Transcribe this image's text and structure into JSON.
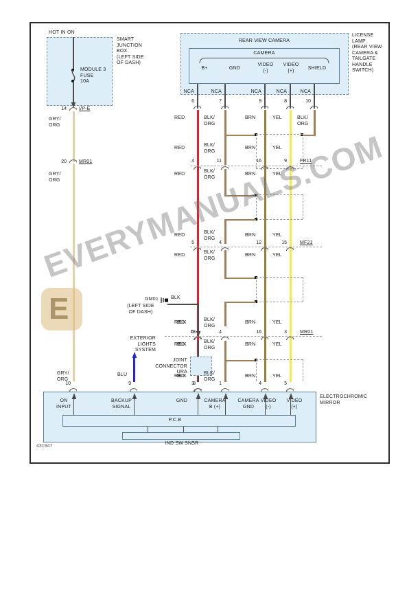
{
  "document": {
    "id": "431947"
  },
  "watermark": {
    "text": "EVERYMANUALS.COM",
    "badge_letter": "E"
  },
  "smart_junction_box": {
    "hot_label": "HOT IN ON",
    "side_label": "SMART\nJUNCTION\nBOX\n(LEFT SIDE\nOF DASH)",
    "fuse_label": "MODULE 3\nFUSE\n10A",
    "outlet": {
      "pin": "14",
      "connector": "I/P-E"
    }
  },
  "rear_view_camera": {
    "title": "REAR VIEW CAMERA",
    "component": "CAMERA",
    "terminals": [
      "B+",
      "GND",
      "VIDEO\n(-)",
      "VIDEO\n(+)",
      "SHIELD"
    ],
    "side_label": "LICENSE\nLAMP\n(REAR VIEW\nCAMERA &\nTAILGATE\nHANDLE\nSWITCH)"
  },
  "ground": {
    "name": "GM01",
    "location": "(LEFT SIDE\nOF DASH)",
    "wire": "BLK"
  },
  "exterior_lights": {
    "label": "EXTERIOR\nLIGHTS\nSYSTEM"
  },
  "joint_connector": {
    "label": "JOINT\nCONNECTOR\nURA"
  },
  "electrochromic_mirror": {
    "side_label": "ELECTROCHROMIC\nMIRROR",
    "pcb_label": "P.C.B",
    "sensor_label": "IND SW SNSR",
    "pins": [
      {
        "pin": "10",
        "wire": "GRY/\nORG",
        "name": "ON\nINPUT"
      },
      {
        "pin": "9",
        "wire": "BLU",
        "name": "BACKUP\nSIGNAL"
      },
      {
        "pin": "8",
        "wire": "BLK",
        "name": "GND"
      },
      {
        "pin": "3",
        "wire": "RED",
        "name": "CAMERA\nB (+)"
      },
      {
        "pin": "1",
        "wire": "BLK/\nORG",
        "name": "CAMERA\nGND"
      },
      {
        "pin": "4",
        "wire": "BRN",
        "name": "VIDEO\n(-)"
      },
      {
        "pin": "5",
        "wire": "YEL",
        "name": "VIDEO\n(+)"
      }
    ]
  },
  "inline_connectors": [
    {
      "name": "NCA",
      "pins": [
        "6",
        "7",
        "9",
        "8",
        "10"
      ],
      "wires_below": [
        "RED",
        "BLK/\nORG",
        "BRN",
        "YEL",
        "BLK/\nORG"
      ]
    },
    {
      "name": "FR11",
      "pins": [
        "4",
        "11",
        "16",
        "9"
      ],
      "wires_above": [
        "RED",
        "BLK/\nORG",
        "BRN",
        "YEL"
      ],
      "wires_below": [
        "RED",
        "BLK/\nORG",
        "BRN",
        "YEL"
      ]
    },
    {
      "name": "MF21",
      "pins": [
        "5",
        "4",
        "12",
        "15"
      ],
      "wires_above": [
        "RED",
        "BLK/\nORG",
        "BRN",
        "YEL"
      ],
      "wires_below": [
        "RED",
        "BLK/\nORG",
        "BRN",
        "YEL"
      ]
    },
    {
      "name": "MR01",
      "pins": [
        "13",
        "5",
        "4",
        "16",
        "3"
      ],
      "wires_above": [
        "BLK",
        "RED",
        "BLK/\nORG",
        "BRN",
        "YEL"
      ],
      "wires_below": [
        "BLK",
        "RED",
        "BLK/\nORG",
        "BRN",
        "YEL"
      ]
    }
  ],
  "left_branch": {
    "connector_top": {
      "pin": "14",
      "name": "I/P-E"
    },
    "wire_top": "GRY/\nORG",
    "connector_mid": {
      "pin": "20",
      "name": "MR01"
    },
    "wire_bottom": "GRY/\nORG"
  },
  "colors": {
    "red": "#ec1c24",
    "brown": "#a47c56",
    "dark_brown": "#9c7a34",
    "yellow": "#f4ea4a",
    "black_wire": "#4a4a4a",
    "grey_orange": "#e8cfa8",
    "blue": "#2626d6",
    "box_fill": "#ddeef8",
    "box_stroke": "#5b7f94"
  }
}
